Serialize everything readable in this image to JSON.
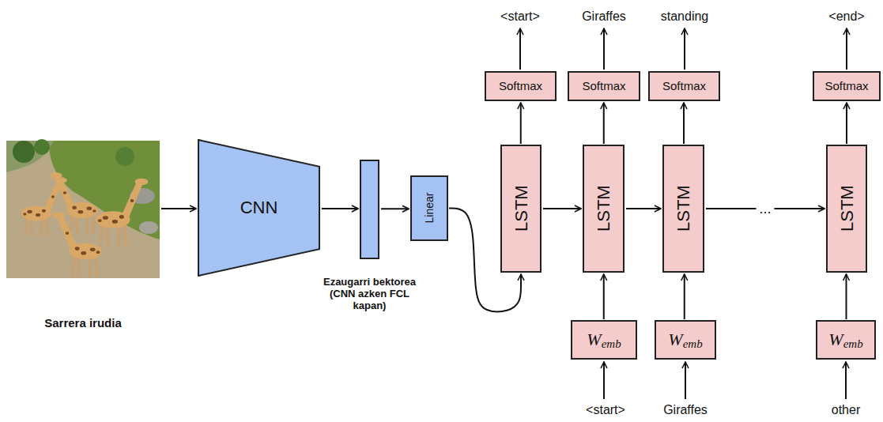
{
  "diagram": {
    "nodes": [
      {
        "text": [
          "Sarrera irudia"
        ]
      },
      {
        "text": [
          "CNN"
        ]
      },
      {
        "text": [
          "Ezaugarri bektorea (CNN azken FCL kapan)"
        ]
      },
      {
        "text": [
          "Linear"
        ]
      },
      {
        "text": [
          "Softmax"
        ]
      },
      {
        "text": [
          "LSTM"
        ]
      },
      {
        "text": [
          "Softmax"
        ]
      },
      {
        "text": [
          "LSTM"
        ]
      },
      {
        "text": [
          "W",
          "emb"
        ]
      },
      {
        "text": [
          "Softmax"
        ]
      },
      {
        "text": [
          "LSTM"
        ]
      },
      {
        "text": [
          "W",
          "emb"
        ]
      },
      {
        "text": [
          "Softmax"
        ]
      },
      {
        "text": [
          "LSTM"
        ]
      },
      {
        "text": [
          "W",
          "emb"
        ]
      }
    ],
    "edges": [
      {
        "from": 0,
        "to": 1,
        "arrow": "to"
      },
      {
        "from": 1,
        "to": 2,
        "arrow": "to"
      },
      {
        "from": 2,
        "to": 3,
        "arrow": "to"
      },
      {
        "from": 3,
        "to": 5,
        "arrow": "to"
      },
      {
        "from": 5,
        "to": 4,
        "arrow": "to"
      },
      {
        "from": 5,
        "to": 7,
        "arrow": "to"
      },
      {
        "from": 7,
        "to": 6,
        "arrow": "to"
      },
      {
        "from": 8,
        "to": 7,
        "arrow": "to"
      },
      {
        "from": 7,
        "to": 10,
        "arrow": "to"
      },
      {
        "from": 10,
        "to": 9,
        "arrow": "to"
      },
      {
        "from": 11,
        "to": 10,
        "arrow": "to"
      },
      {
        "from": 10,
        "to": 13,
        "label": "...",
        "arrow": "to"
      },
      {
        "from": 13,
        "to": 12,
        "arrow": "to"
      },
      {
        "from": 14,
        "to": 13,
        "arrow": "to"
      }
    ],
    "labels": [
      "<start>",
      "Giraffes",
      "standing",
      "<end>",
      "<start>",
      "Giraffes",
      "other"
    ]
  }
}
